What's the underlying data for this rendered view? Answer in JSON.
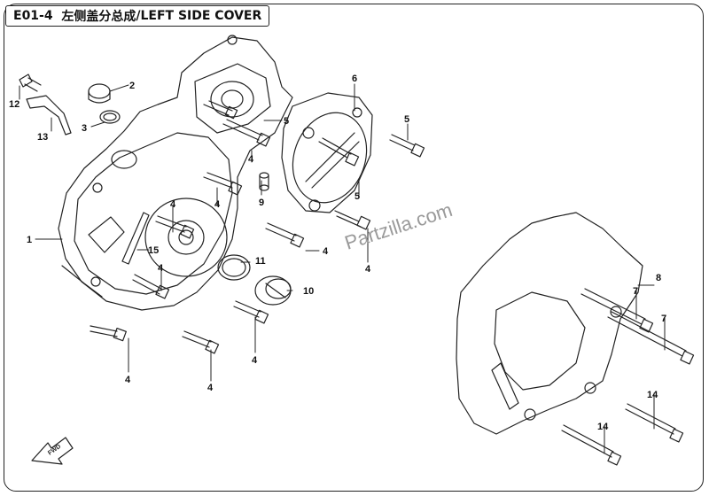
{
  "title": {
    "code": "E01-4",
    "name_cn": "左侧盖分总成",
    "name_en": "/LEFT SIDE COVER"
  },
  "watermark": "Partzilla.com",
  "fwd_label": "FWD",
  "callouts": [
    "1",
    "2",
    "3",
    "4",
    "5",
    "6",
    "7",
    "8",
    "9",
    "10",
    "11",
    "12",
    "13",
    "14",
    "15"
  ],
  "colors": {
    "line": "#222222",
    "watermark": "#9a9a9a"
  }
}
